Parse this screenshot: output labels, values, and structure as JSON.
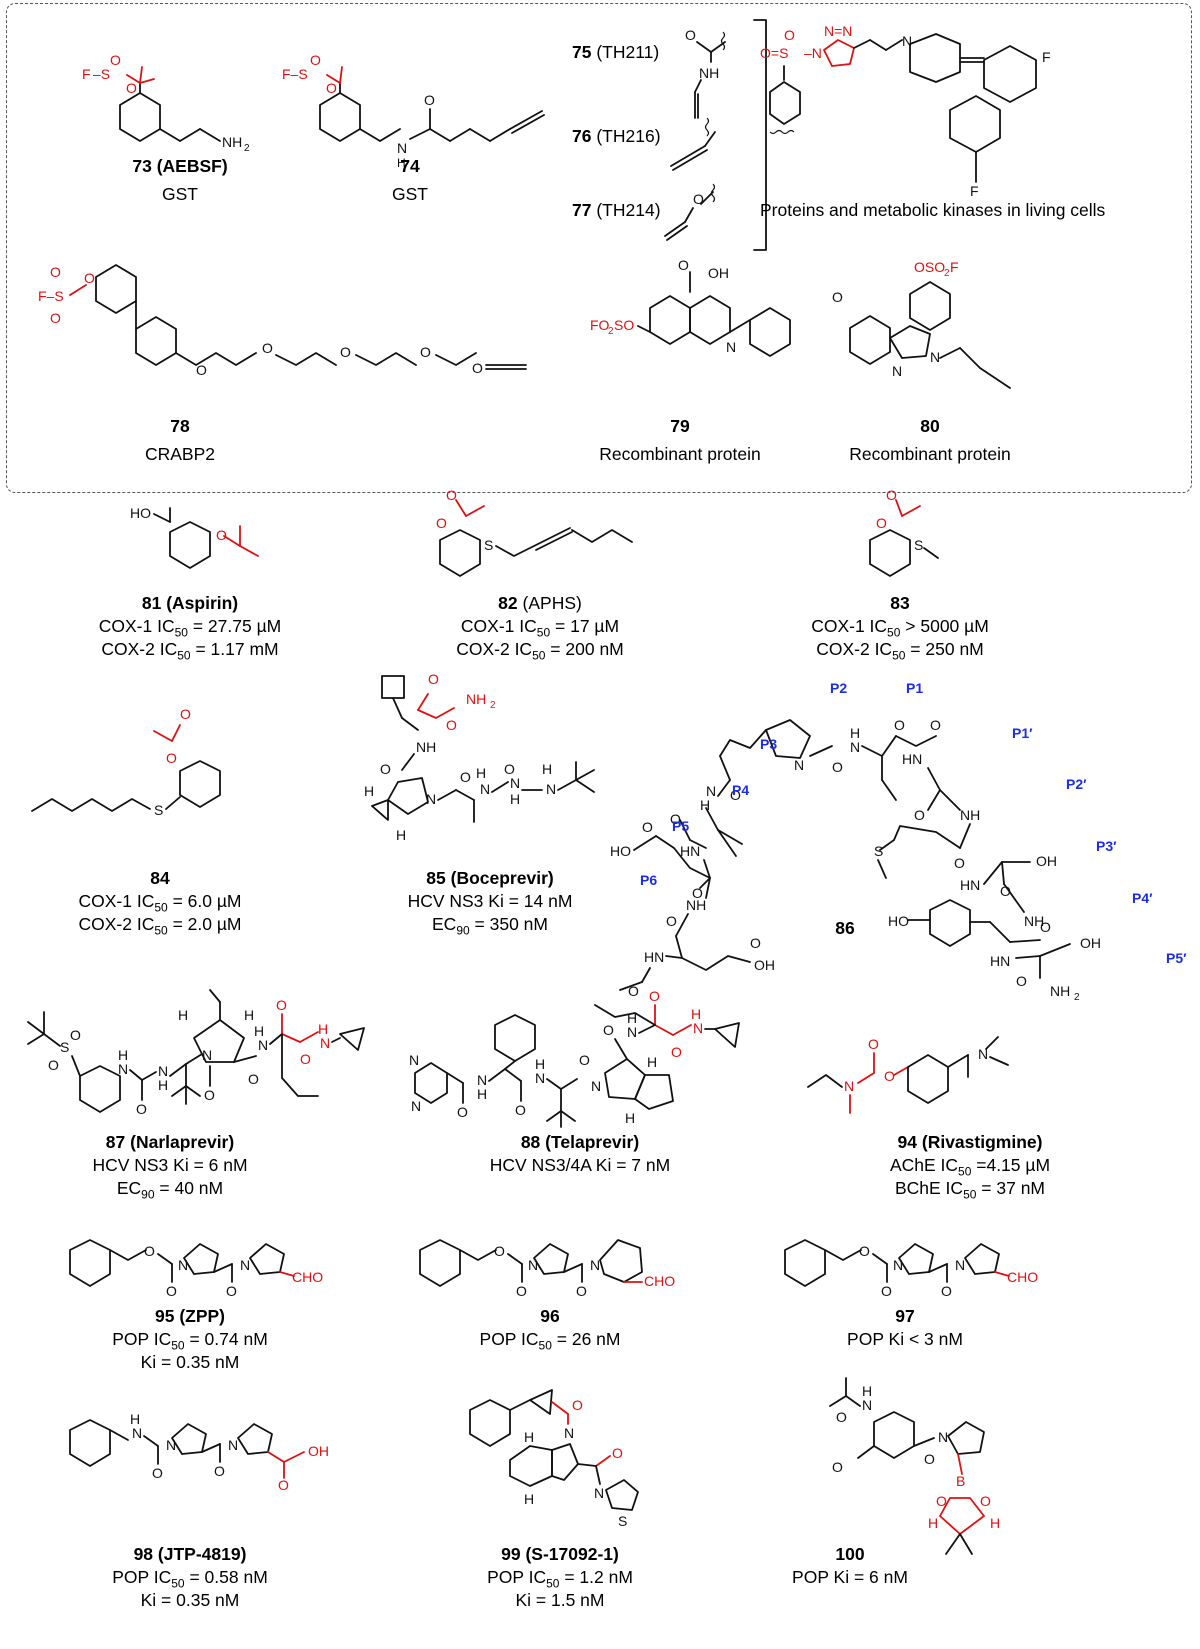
{
  "colors": {
    "reactive_group": "#e01010",
    "position_labels": "#1a2ee6",
    "structure": "#111111",
    "panel_border": "#555555"
  },
  "probes": {
    "c73": {
      "number": "73",
      "name": "(AEBSF)",
      "target": "GST"
    },
    "c74": {
      "number": "74",
      "target": "GST"
    },
    "c75": {
      "number": "75",
      "name": "(TH211)"
    },
    "c76": {
      "number": "76",
      "name": "(TH216)"
    },
    "c77": {
      "number": "77",
      "name": "(TH214)"
    },
    "th_target": "Proteins and metabolic kinases in living cells",
    "c78": {
      "number": "78",
      "target": "CRABP2"
    },
    "c79": {
      "number": "79",
      "target": "Recombinant protein"
    },
    "c80": {
      "number": "80",
      "target": "Recombinant protein"
    }
  },
  "compounds": {
    "c81": {
      "number": "81",
      "name": "(Aspirin)",
      "line1_pre": "COX-1 IC",
      "line1_sub": "50",
      "line1_post": " = 27.75 µM",
      "line2_pre": "COX-2 IC",
      "line2_sub": "50",
      "line2_post": " = 1.17 mM"
    },
    "c82": {
      "number": "82",
      "name": "(APHS)",
      "line1_pre": "COX-1 IC",
      "line1_sub": "50",
      "line1_post": " = 17 µM",
      "line2_pre": "COX-2 IC",
      "line2_sub": "50",
      "line2_post": " = 200 nM"
    },
    "c83": {
      "number": "83",
      "line1_pre": "COX-1 IC",
      "line1_sub": "50",
      "line1_post": " > 5000 µM",
      "line2_pre": "COX-2 IC",
      "line2_sub": "50",
      "line2_post": " = 250 nM"
    },
    "c84": {
      "number": "84",
      "line1_pre": "COX-1 IC",
      "line1_sub": "50",
      "line1_post": " = 6.0 µM",
      "line2_pre": "COX-2 IC",
      "line2_sub": "50",
      "line2_post": " = 2.0 µM"
    },
    "c85": {
      "number": "85",
      "name": "(Boceprevir)",
      "line1": "HCV NS3 Ki = 14 nM",
      "line2_pre": "EC",
      "line2_sub": "90",
      "line2_post": " = 350 nM"
    },
    "c86": {
      "number": "86",
      "positions": [
        "P6",
        "P5",
        "P4",
        "P3",
        "P2",
        "P1",
        "P1′",
        "P2′",
        "P3′",
        "P4′",
        "P5′"
      ]
    },
    "c87": {
      "number": "87",
      "name": "(Narlaprevir)",
      "line1": "HCV NS3 Ki = 6 nM",
      "line2_pre": "EC",
      "line2_sub": "90",
      "line2_post": " = 40 nM"
    },
    "c88": {
      "number": "88",
      "name": "(Telaprevir)",
      "line1": "HCV NS3/4A Ki = 7 nM"
    },
    "c94": {
      "number": "94",
      "name": "(Rivastigmine)",
      "line1_pre": "AChE IC",
      "line1_sub": "50",
      "line1_post": " =4.15 µM",
      "line2_pre": "BChE IC",
      "line2_sub": "50",
      "line2_post": " = 37 nM"
    },
    "c95": {
      "number": "95",
      "name": "(ZPP)",
      "line1_pre": "POP IC",
      "line1_sub": "50",
      "line1_post": " = 0.74 nM",
      "line2": "Ki = 0.35 nM"
    },
    "c96": {
      "number": "96",
      "line1_pre": "POP IC",
      "line1_sub": "50",
      "line1_post": " = 26 nM"
    },
    "c97": {
      "number": "97",
      "line1": "POP Ki < 3 nM"
    },
    "c98": {
      "number": "98",
      "name": "(JTP-4819)",
      "line1_pre": "POP IC",
      "line1_sub": "50",
      "line1_post": " = 0.58 nM",
      "line2": "Ki = 0.35 nM"
    },
    "c99": {
      "number": "99",
      "name": "(S-17092-1)",
      "line1_pre": "POP IC",
      "line1_sub": "50",
      "line1_post": " = 1.2 nM",
      "line2": "Ki = 1.5 nM"
    },
    "c100": {
      "number": "100",
      "line1": "POP Ki = 6 nM"
    }
  }
}
